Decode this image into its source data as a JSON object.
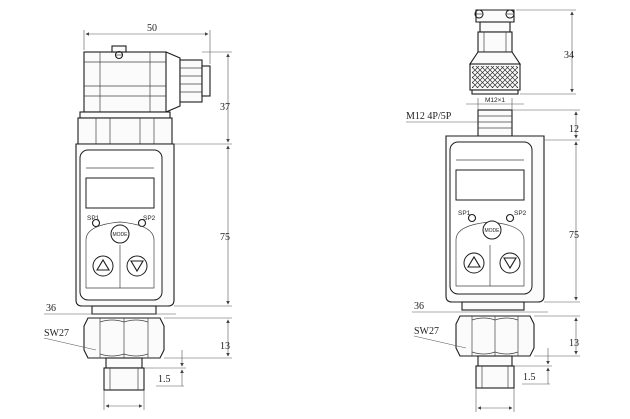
{
  "left_view": {
    "width_dim": "50",
    "connector_height_dim": "37",
    "body_height_dim": "75",
    "body_width_dim": "36",
    "hex_label": "SW27",
    "hex_height_dim": "13",
    "thread_dim": "1.5",
    "sp1_label": "SP1",
    "sp2_label": "SP2",
    "mode_label": "MODE"
  },
  "right_view": {
    "plug_height_dim": "34",
    "thread_size_label": "M12×1",
    "connector_label": "M12 4P/5P",
    "connector_height_dim": "12",
    "body_height_dim": "75",
    "body_width_dim": "36",
    "hex_label": "SW27",
    "hex_height_dim": "13",
    "thread_dim": "1.5",
    "sp1_label": "SP1",
    "sp2_label": "SP2",
    "mode_label": "MODE"
  }
}
